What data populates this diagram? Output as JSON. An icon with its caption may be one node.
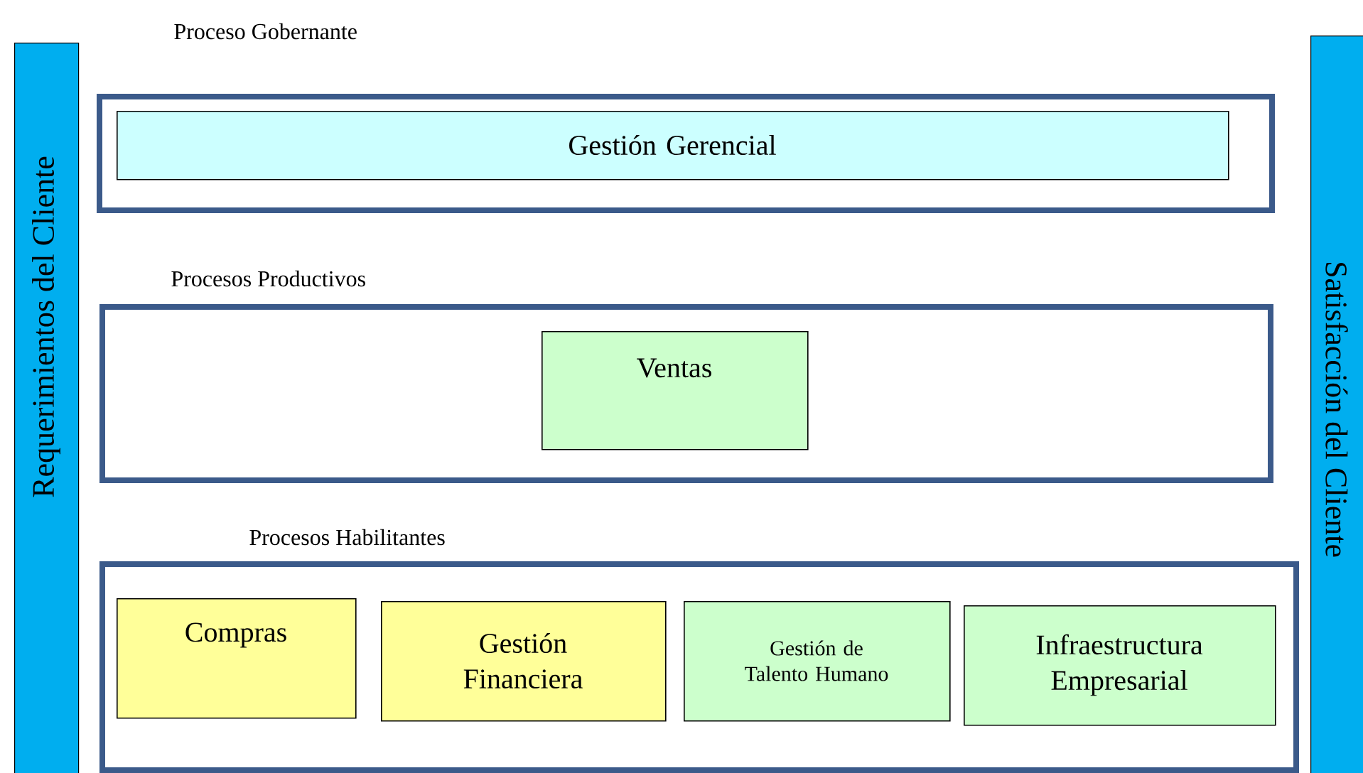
{
  "diagram": {
    "nodes": [
      {
        "text": [
          "Requerimientos del Cliente"
        ]
      },
      {
        "text": [
          "Satisfacción del Cliente"
        ]
      },
      {
        "text": [
          "Proceso Gobernante"
        ]
      },
      {
        "text": [
          "Gestión Gerencial"
        ],
        "in": 2
      },
      {
        "text": [
          "Procesos Productivos"
        ]
      },
      {
        "text": [
          "Ventas"
        ],
        "in": 4
      },
      {
        "text": [
          "Procesos Habilitantes"
        ]
      },
      {
        "text": [
          "Compras"
        ],
        "in": 6
      },
      {
        "text": [
          "Gestión Financiera"
        ],
        "in": 6
      },
      {
        "text": [
          "Gestión de Talento Humano"
        ],
        "in": 6
      },
      {
        "text": [
          "Infraestructura Empresarial"
        ],
        "in": 6
      }
    ]
  }
}
